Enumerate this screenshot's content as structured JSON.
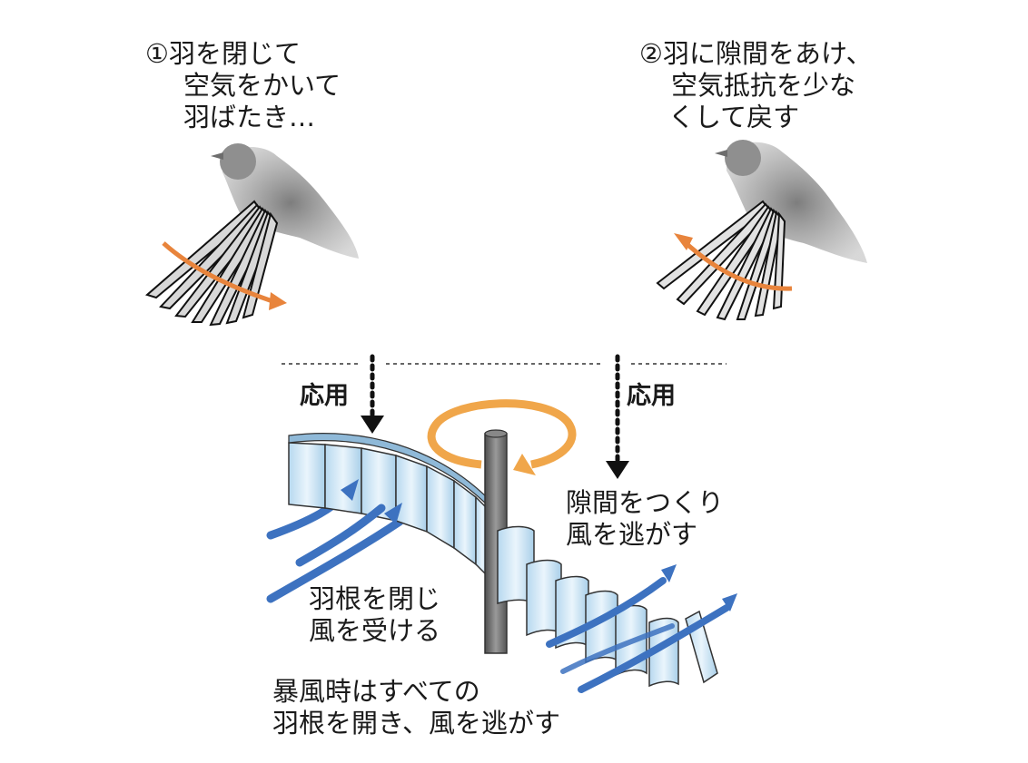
{
  "step1": {
    "lines": [
      "①羽を閉じて",
      "空気をかいて",
      "羽ばたき…"
    ]
  },
  "step2": {
    "lines": [
      "②羽に隙間をあけ、",
      "空気抵抗を少な",
      "くして戻す"
    ]
  },
  "apply_left": "応用",
  "apply_right": "応用",
  "gap_label": {
    "lines": [
      "隙間をつくり",
      "風を逃がす"
    ]
  },
  "close_label": {
    "lines": [
      "羽根を閉じ",
      "風を受ける"
    ]
  },
  "storm_label": {
    "lines": [
      "暴風時はすべての",
      "羽根を開き、風を逃がす"
    ]
  },
  "colors": {
    "arrow_orange": "#f0a64a",
    "wind_blue": "#3d72c0",
    "panel": "#cfe6f5",
    "pole": "#6a6a6a",
    "bird": "#8a8a8a"
  }
}
